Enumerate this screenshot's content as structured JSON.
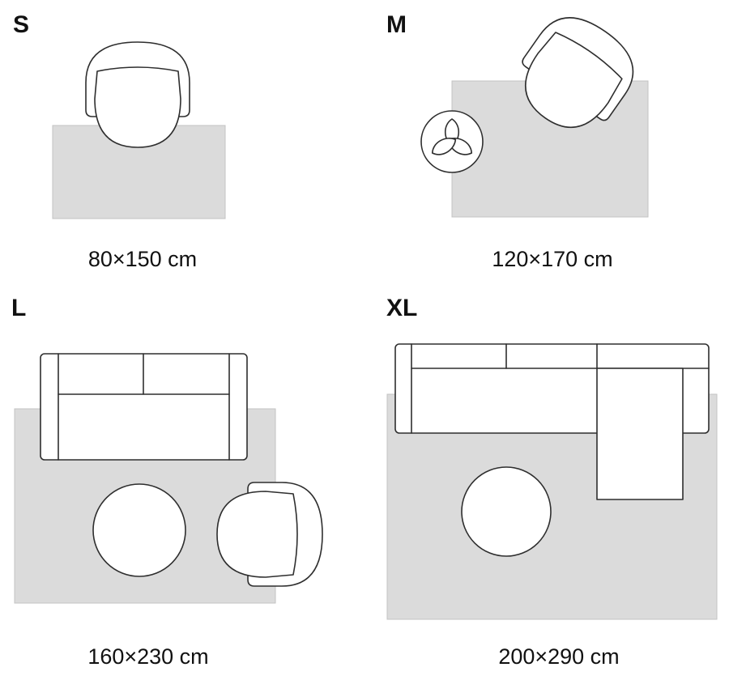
{
  "colors": {
    "background": "#ffffff",
    "rug_fill": "#dbdbdb",
    "rug_border": "#c3c3c3",
    "furniture_outline": "#2e2e2e",
    "text": "#111111"
  },
  "sizes": [
    {
      "label": "S",
      "dimensions": "80×150 cm",
      "furniture": [
        "rug",
        "armchair"
      ]
    },
    {
      "label": "M",
      "dimensions": "120×170 cm",
      "furniture": [
        "rug",
        "armchair",
        "plant"
      ]
    },
    {
      "label": "L",
      "dimensions": "160×230 cm",
      "furniture": [
        "rug",
        "sofa",
        "coffee-table",
        "armchair"
      ]
    },
    {
      "label": "XL",
      "dimensions": "200×290 cm",
      "furniture": [
        "rug",
        "corner-sofa",
        "coffee-table"
      ]
    }
  ]
}
